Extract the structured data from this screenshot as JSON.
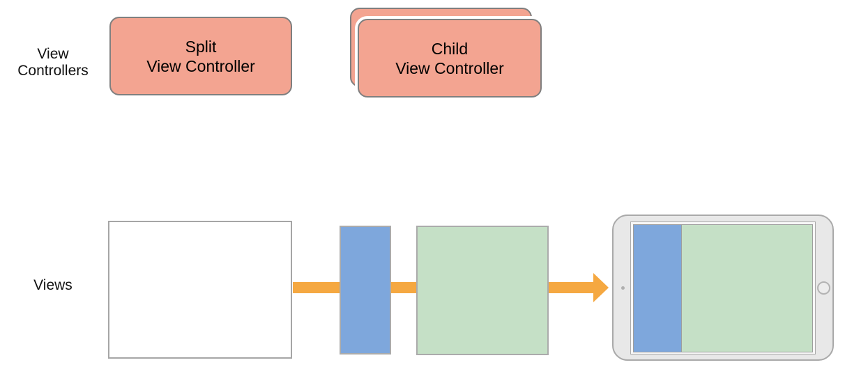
{
  "diagram": {
    "title": "Split View Controller architecture diagram",
    "rows": {
      "view_controllers_label": "View\nControllers",
      "views_label": "Views"
    },
    "controllers": {
      "split_view_controller_label": "Split\nView Controller",
      "child_view_controller_label": "Child\nView Controller",
      "child_stack_count": 2
    },
    "views": {
      "root_view": "split-view-controller-view",
      "primary_view": "child-sidebar-view",
      "secondary_view": "child-detail-view"
    },
    "device": {
      "type": "ipad-landscape",
      "screen_panels": [
        "sidebar-blue",
        "detail-green"
      ],
      "features": [
        "camera-dot",
        "home-button"
      ]
    },
    "colors": {
      "controller_fill": "#F3A491",
      "controller_border": "#7F7F7F",
      "primary_view_blue": "#7EA7DC",
      "secondary_view_green": "#C5E0C6",
      "arrow_orange": "#F5A841",
      "root_view_fill": "#FFFFFF",
      "view_border_gray": "#A6A6A6",
      "device_body": "#E8E8E8",
      "device_border": "#A9A9A9",
      "text": "#111111",
      "background": "#FFFFFF"
    }
  }
}
